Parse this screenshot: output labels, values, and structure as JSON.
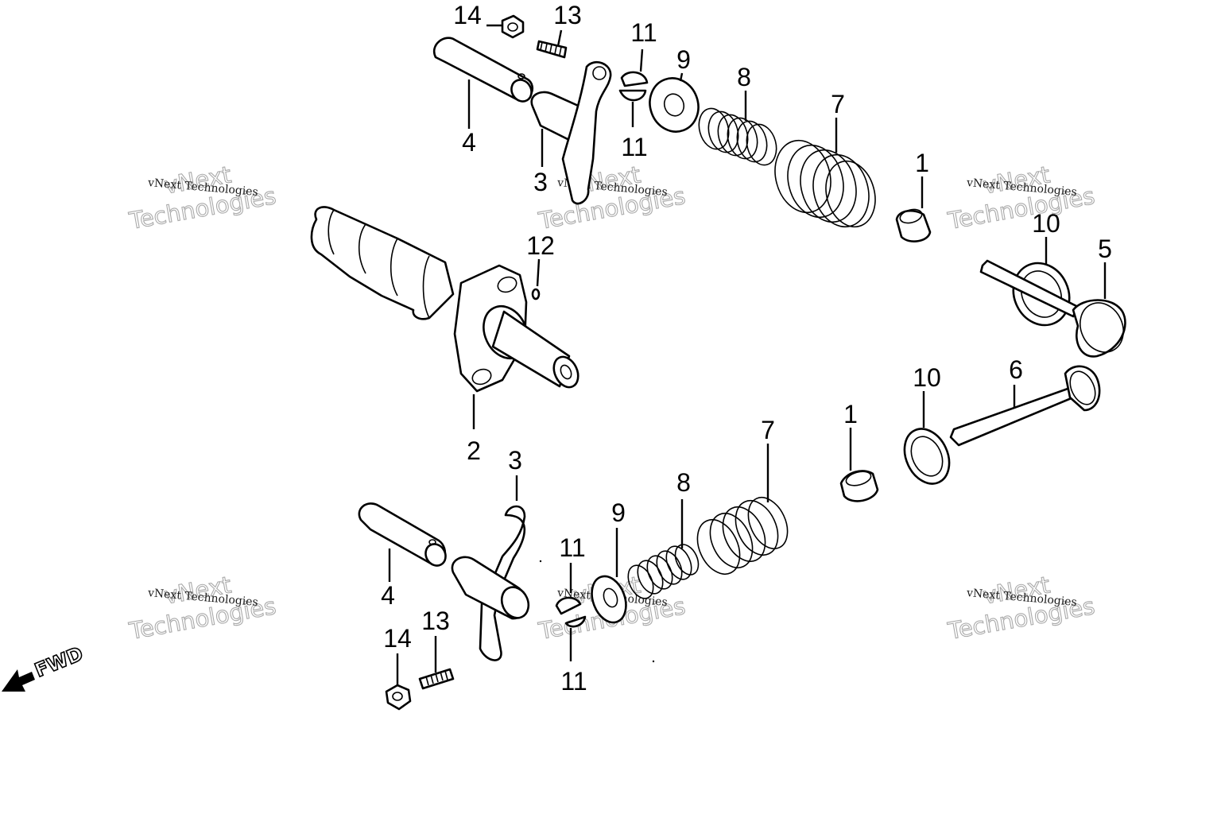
{
  "callouts": {
    "top_nut": "14",
    "top_adjuster_screw": "13",
    "top_cotter_upper": "11",
    "top_retainer": "9",
    "top_inner_spring": "8",
    "top_outer_spring": "7",
    "top_shaft": "4",
    "top_rocker_arm": "3",
    "top_cotter_lower": "11",
    "top_stem_seal": "1",
    "intake_seat": "10",
    "intake_valve": "5",
    "camshaft": "2",
    "dowel_pin": "12",
    "exhaust_stem_seal": "1",
    "exhaust_seat": "10",
    "exhaust_valve": "6",
    "bottom_outer_spring": "7",
    "bottom_inner_spring": "8",
    "bottom_retainer": "9",
    "bottom_rocker_arm": "3",
    "bottom_shaft": "4",
    "bottom_cotter_upper": "11",
    "bottom_cotter_lower": "11",
    "bottom_adjuster_screw": "13",
    "bottom_nut": "14"
  },
  "watermark": {
    "small": "vNext Technologies",
    "large_line1": "vNext",
    "large_line2": "Technologies"
  },
  "direction": {
    "label": "FWD"
  },
  "colors": {
    "line": "#000000",
    "watermark": "#aaaaaa",
    "background": "#ffffff"
  }
}
